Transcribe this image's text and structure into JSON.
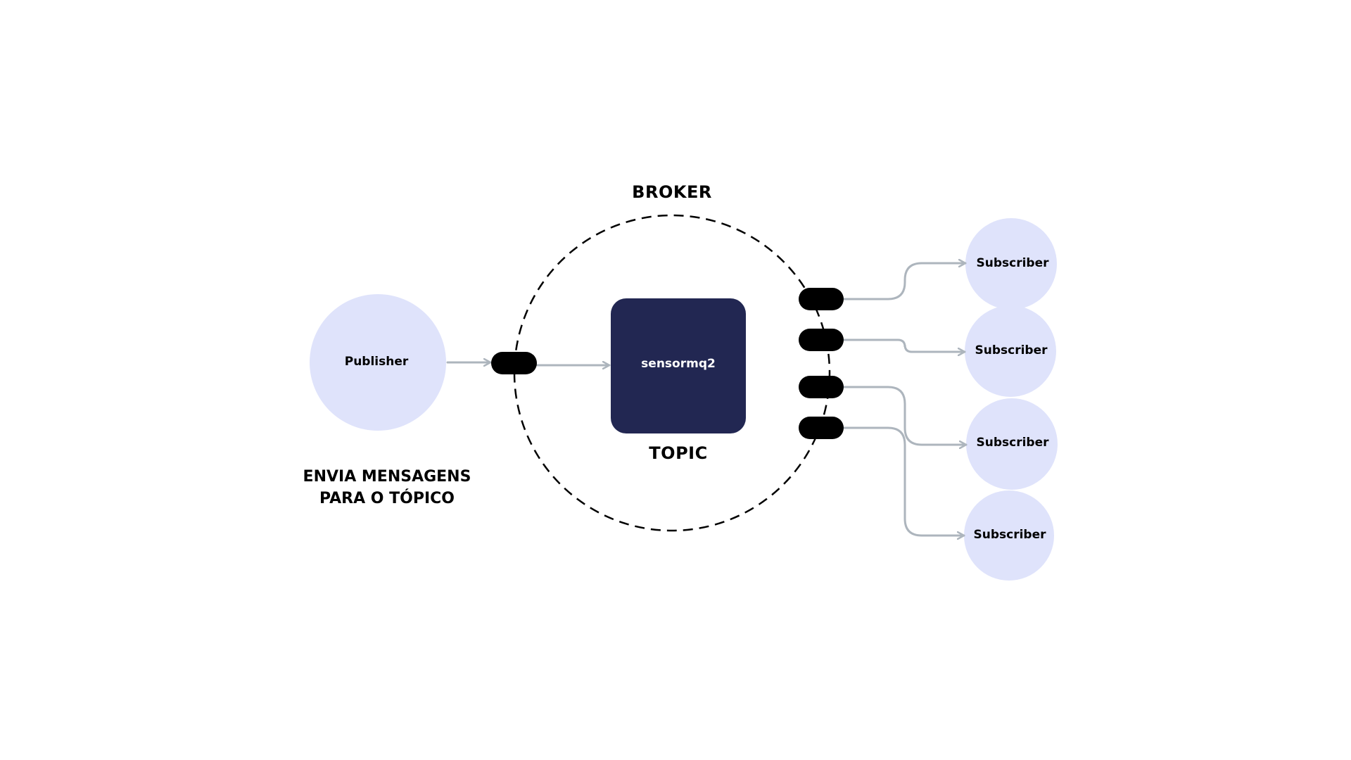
{
  "broker": {
    "title": "BROKER"
  },
  "topic": {
    "name": "sensormq2",
    "label": "TOPIC"
  },
  "publisher": {
    "label": "Publisher",
    "caption_line1": "ENVIA MENSAGENS",
    "caption_line2": "PARA O TÓPICO"
  },
  "subscribers": [
    {
      "label": "Subscriber"
    },
    {
      "label": "Subscriber"
    },
    {
      "label": "Subscriber"
    },
    {
      "label": "Subscriber"
    }
  ],
  "colors": {
    "node_fill": "#dfe3fb",
    "topic_fill": "#222752",
    "connector": "#adb5bd",
    "port": "#000000",
    "broker_border": "#000000"
  }
}
